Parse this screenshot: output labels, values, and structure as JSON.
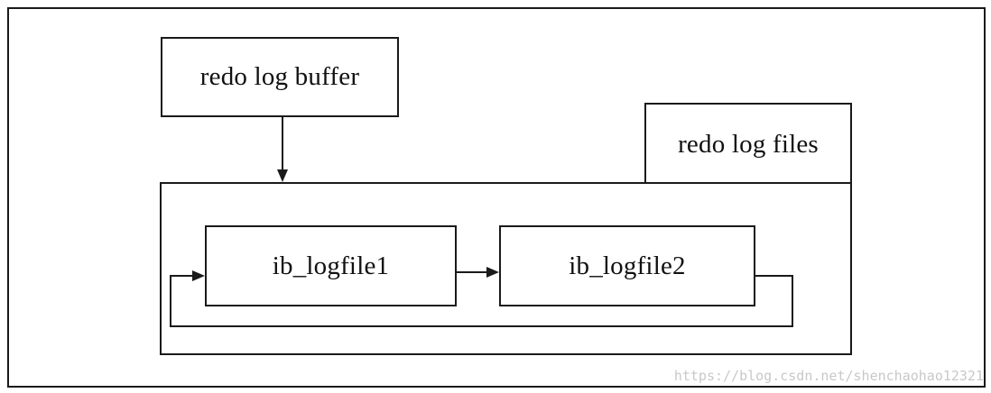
{
  "diagram": {
    "buffer_label": "redo log buffer",
    "files_label": "redo log files",
    "file1_label": "ib_logfile1",
    "file2_label": "ib_logfile2",
    "watermark": "https://blog.csdn.net/shenchaohao12321"
  }
}
